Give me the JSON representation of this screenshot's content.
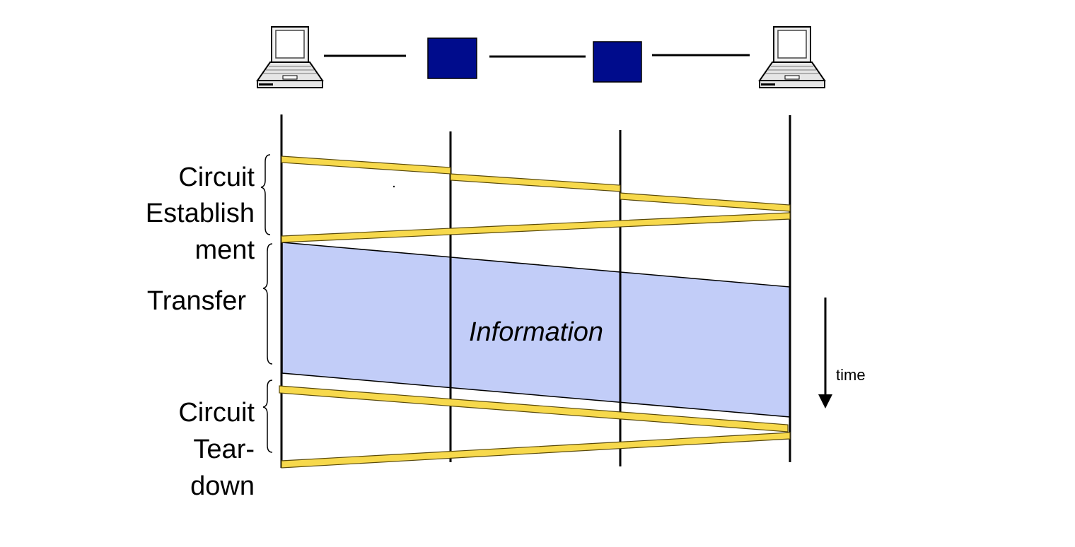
{
  "labels": {
    "establishment_line1": "Circuit",
    "establishment_line2": "Establish",
    "establishment_line3": "ment",
    "transfer": "Transfer",
    "teardown_line1": "Circuit",
    "teardown_line2": "Tear-",
    "teardown_line3": "down",
    "information": "Information",
    "time": "time"
  },
  "colors": {
    "signal": "#f7d94c",
    "signal_edge": "#6b5a10",
    "info_fill": "#c2cdf8",
    "switch": "#000c8c",
    "line": "#000000"
  },
  "nodes": [
    {
      "kind": "host",
      "icon": "laptop-icon"
    },
    {
      "kind": "switch",
      "icon": "switch-icon"
    },
    {
      "kind": "switch",
      "icon": "switch-icon"
    },
    {
      "kind": "host",
      "icon": "laptop-icon"
    }
  ]
}
